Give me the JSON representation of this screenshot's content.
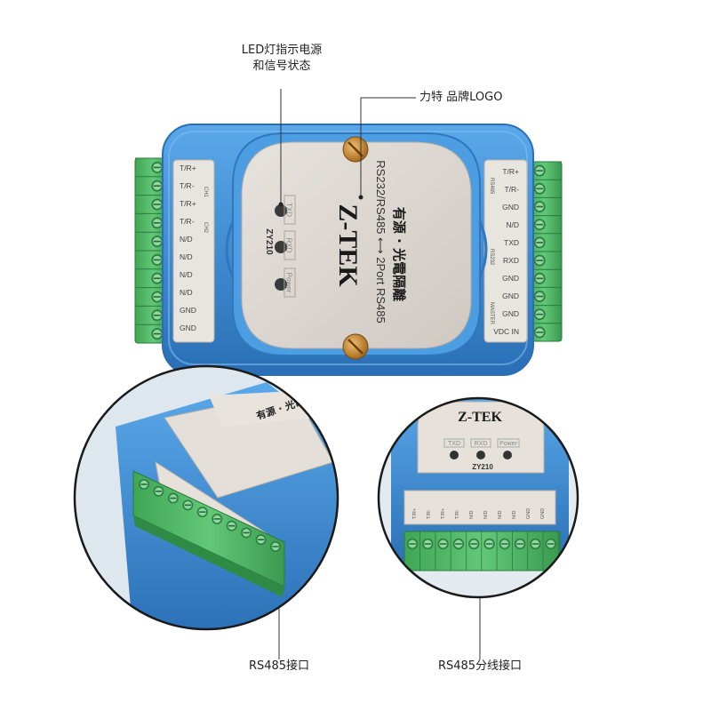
{
  "callouts": {
    "led_line1": "LED灯指示电源",
    "led_line2": "和信号状态",
    "logo": "力特 品牌LOGO",
    "rs485_port": "RS485接口",
    "rs485_split_port": "RS485分线接口"
  },
  "device": {
    "brand": "Z-TEK",
    "model": "ZY210",
    "title_cn": "有源 · 光電隔離",
    "subtitle": "RS232/RS485 ⟷ 2Port RS485",
    "led_labels": [
      "TXD",
      "RXD",
      "Power"
    ],
    "left_terminals": [
      "T/R+",
      "T/R-",
      "T/R+",
      "T/R-",
      "N/D",
      "N/D",
      "N/D",
      "N/D",
      "GND",
      "GND"
    ],
    "left_groups": [
      "CH1",
      "CH2"
    ],
    "right_terminals": [
      "T/R+",
      "T/R-",
      "GND",
      "N/D",
      "TXD",
      "RXD",
      "GND",
      "GND",
      "GND",
      "VDC IN"
    ],
    "right_groups": [
      "RS485",
      "RS232",
      "MASTER"
    ]
  },
  "colors": {
    "housing": "#3d8fd6",
    "housing_dark": "#2a6fb5",
    "panel": "#ddd8d2",
    "terminal": "#4fb865",
    "terminal_dark": "#2f8a45",
    "screw": "#c9892f"
  }
}
